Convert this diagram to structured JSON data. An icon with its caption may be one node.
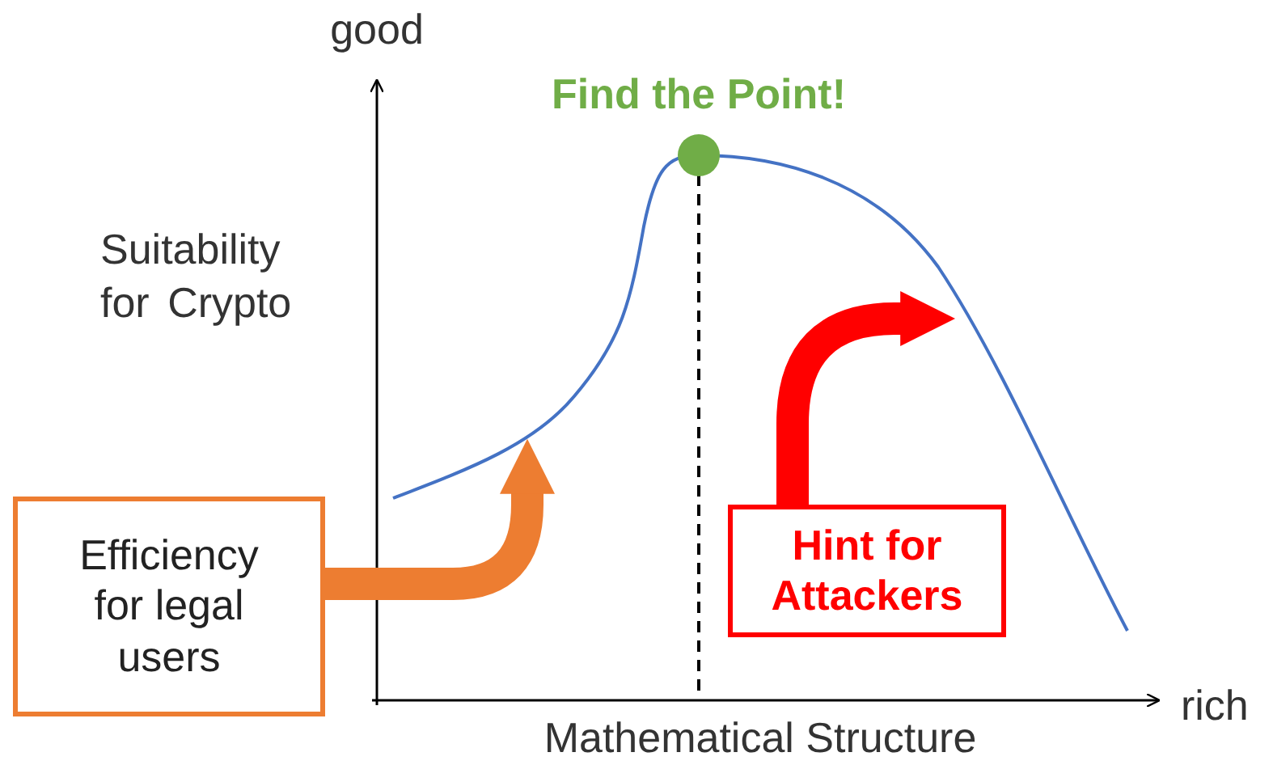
{
  "diagram": {
    "nodes": [
      {
        "text": [
          "Efficiency for legal users"
        ]
      },
      {
        "text": [
          "Hint for Attackers"
        ]
      }
    ],
    "edges": [
      {
        "from": 0,
        "to": null,
        "arrow": "to",
        "color": "#ed7d31"
      },
      {
        "from": 1,
        "to": null,
        "arrow": "to",
        "color": "#ff0000"
      }
    ],
    "labels": [
      "good",
      "Find the Point!",
      "Suitability for Crypto",
      "rich",
      "Mathematical Structure"
    ]
  }
}
